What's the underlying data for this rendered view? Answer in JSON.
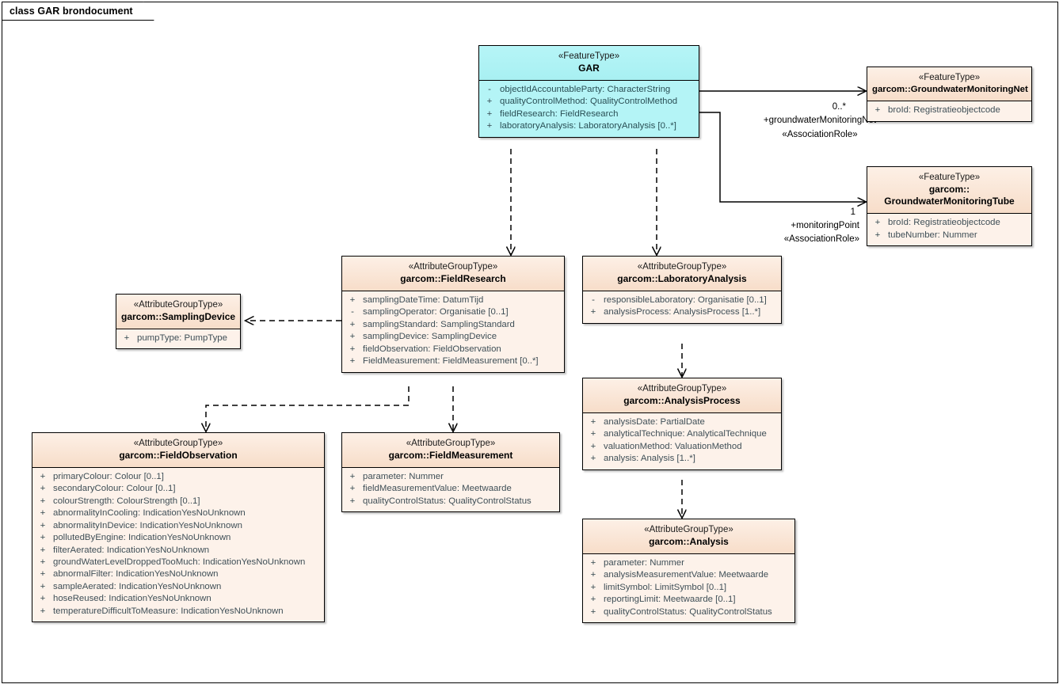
{
  "diagram": {
    "title": "class GAR brondocument",
    "type": "uml-class-diagram"
  },
  "stereotypes": {
    "feature_type": "«FeatureType»",
    "attribute_group_type": "«AttributeGroupType»",
    "association_role": "«AssociationRole»"
  },
  "colors": {
    "feature_fill": "#b4f4f6",
    "attribute_group_fill": "#fdf2ea",
    "border": "#000000",
    "attr_text": "#33484f"
  },
  "classes": {
    "gar": {
      "stereotype": "«FeatureType»",
      "name": "GAR",
      "attributes": [
        {
          "visibility": "-",
          "text": "objectIdAccountableParty: CharacterString"
        },
        {
          "visibility": "+",
          "text": "qualityControlMethod: QualityControlMethod"
        },
        {
          "visibility": "+",
          "text": "fieldResearch: FieldResearch"
        },
        {
          "visibility": "+",
          "text": "laboratoryAnalysis: LaboratoryAnalysis [0..*]"
        }
      ]
    },
    "gw_net": {
      "stereotype": "«FeatureType»",
      "name": "garcom::GroundwaterMonitoringNet",
      "attributes": [
        {
          "visibility": "+",
          "text": "broId: Registratieobjectcode"
        }
      ]
    },
    "gw_tube": {
      "stereotype": "«FeatureType»",
      "name_line1": "garcom::",
      "name_line2": "GroundwaterMonitoringTube",
      "attributes": [
        {
          "visibility": "+",
          "text": "broId: Registratieobjectcode"
        },
        {
          "visibility": "+",
          "text": "tubeNumber: Nummer"
        }
      ]
    },
    "field_research": {
      "stereotype": "«AttributeGroupType»",
      "name": "garcom::FieldResearch",
      "attributes": [
        {
          "visibility": "+",
          "text": "samplingDateTime: DatumTijd"
        },
        {
          "visibility": "-",
          "text": "samplingOperator: Organisatie [0..1]"
        },
        {
          "visibility": "+",
          "text": "samplingStandard: SamplingStandard"
        },
        {
          "visibility": "+",
          "text": "samplingDevice: SamplingDevice"
        },
        {
          "visibility": "+",
          "text": "fieldObservation: FieldObservation"
        },
        {
          "visibility": "+",
          "text": "FieldMeasurement: FieldMeasurement [0..*]"
        }
      ]
    },
    "sampling_device": {
      "stereotype": "«AttributeGroupType»",
      "name": "garcom::SamplingDevice",
      "attributes": [
        {
          "visibility": "+",
          "text": "pumpType: PumpType"
        }
      ]
    },
    "lab_analysis": {
      "stereotype": "«AttributeGroupType»",
      "name": "garcom::LaboratoryAnalysis",
      "attributes": [
        {
          "visibility": "-",
          "text": "responsibleLaboratory: Organisatie [0..1]"
        },
        {
          "visibility": "+",
          "text": "analysisProcess: AnalysisProcess [1..*]"
        }
      ]
    },
    "analysis_process": {
      "stereotype": "«AttributeGroupType»",
      "name": "garcom::AnalysisProcess",
      "attributes": [
        {
          "visibility": "+",
          "text": "analysisDate: PartialDate"
        },
        {
          "visibility": "+",
          "text": "analyticalTechnique: AnalyticalTechnique"
        },
        {
          "visibility": "+",
          "text": "valuationMethod: ValuationMethod"
        },
        {
          "visibility": "+",
          "text": "analysis: Analysis [1..*]"
        }
      ]
    },
    "analysis": {
      "stereotype": "«AttributeGroupType»",
      "name": "garcom::Analysis",
      "attributes": [
        {
          "visibility": "+",
          "text": "parameter: Nummer"
        },
        {
          "visibility": "+",
          "text": "analysisMeasurementValue: Meetwaarde"
        },
        {
          "visibility": "+",
          "text": "limitSymbol: LimitSymbol [0..1]"
        },
        {
          "visibility": "+",
          "text": "reportingLimit: Meetwaarde [0..1]"
        },
        {
          "visibility": "+",
          "text": "qualityControlStatus: QualityControlStatus"
        }
      ]
    },
    "field_observation": {
      "stereotype": "«AttributeGroupType»",
      "name": "garcom::FieldObservation",
      "attributes": [
        {
          "visibility": "+",
          "text": "primaryColour: Colour [0..1]"
        },
        {
          "visibility": "+",
          "text": "secondaryColour: Colour [0..1]"
        },
        {
          "visibility": "+",
          "text": "colourStrength: ColourStrength [0..1]"
        },
        {
          "visibility": "+",
          "text": "abnormalityInCooling: IndicationYesNoUnknown"
        },
        {
          "visibility": "+",
          "text": "abnormalityInDevice: IndicationYesNoUnknown"
        },
        {
          "visibility": "+",
          "text": "pollutedByEngine: IndicationYesNoUnknown"
        },
        {
          "visibility": "+",
          "text": "filterAerated: IndicationYesNoUnknown"
        },
        {
          "visibility": "+",
          "text": "groundWaterLevelDroppedTooMuch: IndicationYesNoUnknown"
        },
        {
          "visibility": "+",
          "text": "abnormalFilter: IndicationYesNoUnknown"
        },
        {
          "visibility": "+",
          "text": "sampleAerated: IndicationYesNoUnknown"
        },
        {
          "visibility": "+",
          "text": "hoseReused: IndicationYesNoUnknown"
        },
        {
          "visibility": "+",
          "text": "temperatureDifficultToMeasure: IndicationYesNoUnknown"
        }
      ]
    },
    "field_measurement": {
      "stereotype": "«AttributeGroupType»",
      "name": "garcom::FieldMeasurement",
      "attributes": [
        {
          "visibility": "+",
          "text": "parameter: Nummer"
        },
        {
          "visibility": "+",
          "text": "fieldMeasurementValue: Meetwaarde"
        },
        {
          "visibility": "+",
          "text": "qualityControlStatus: QualityControlStatus"
        }
      ]
    }
  },
  "associations": {
    "gar_to_net": {
      "multiplicity": "0..*",
      "role": "+groundwaterMonitoringNet",
      "stereotype": "«AssociationRole»",
      "style": "solid"
    },
    "gar_to_tube": {
      "multiplicity": "1",
      "role": "+monitoringPoint",
      "stereotype": "«AssociationRole»",
      "style": "solid"
    }
  }
}
